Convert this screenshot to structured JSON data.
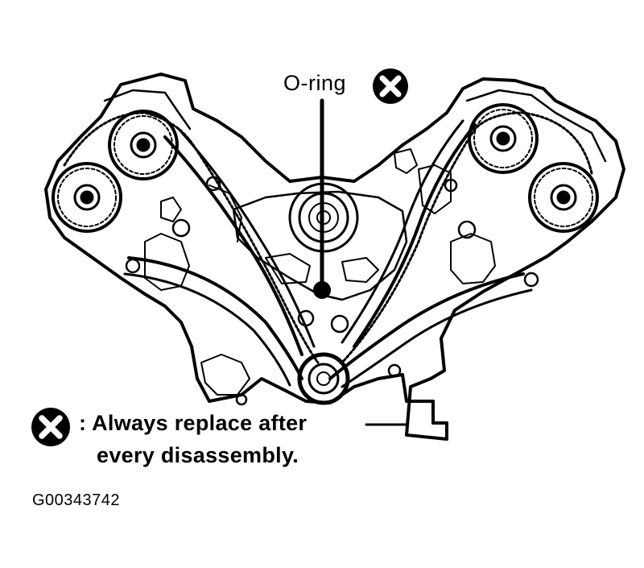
{
  "callout": {
    "label": "O-ring",
    "icon": "replace-mark-icon"
  },
  "legend": {
    "icon": "replace-mark-icon",
    "line1": ": Always replace after",
    "line2": "every disassembly."
  },
  "figure_id": "G00343742",
  "colors": {
    "ink": "#000000",
    "paper": "#ffffff"
  }
}
